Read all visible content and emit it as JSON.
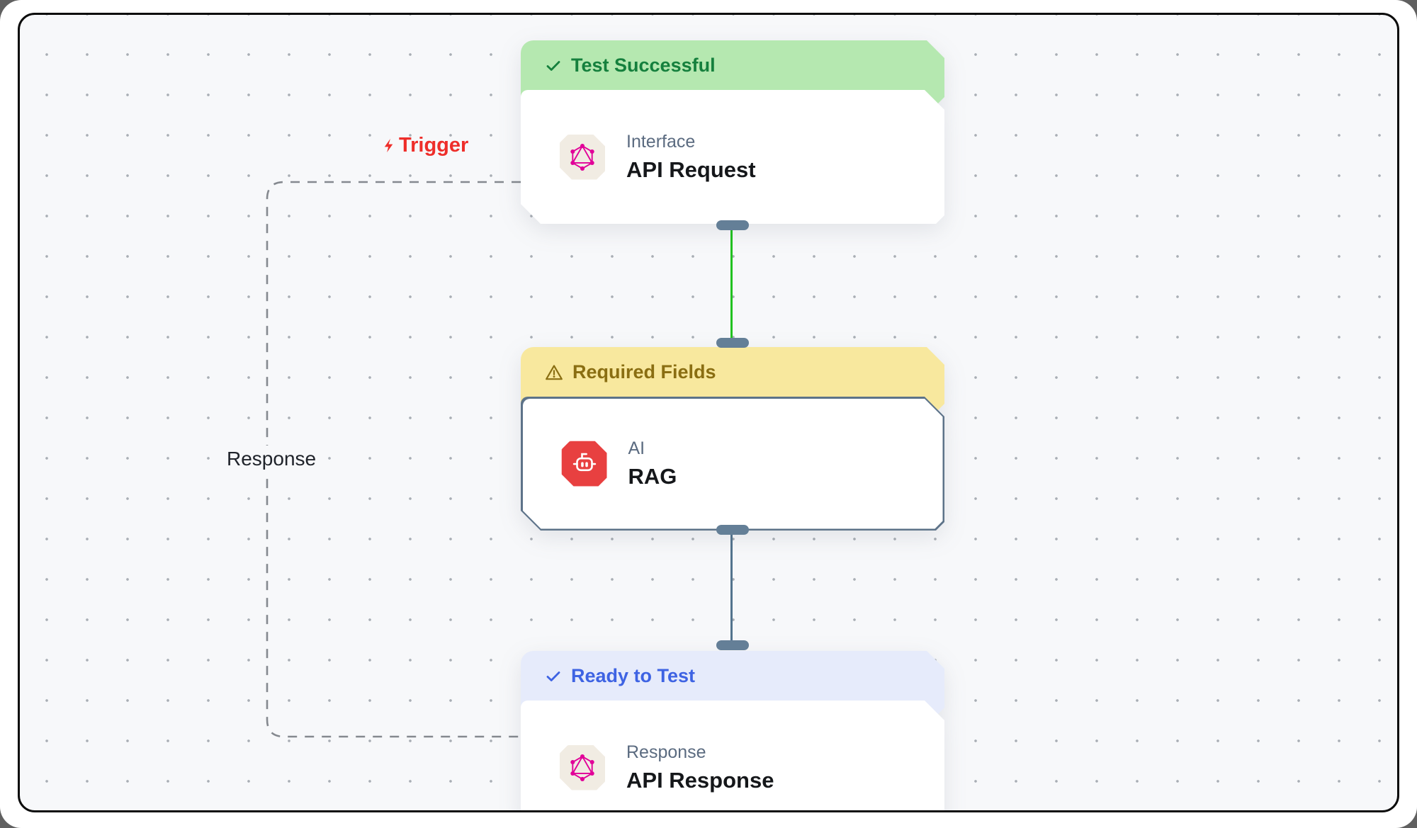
{
  "diagram": {
    "trigger_label": "Trigger",
    "response_label": "Response",
    "nodes": [
      {
        "id": "api-request",
        "status_label": "Test Successful",
        "status_icon": "check-icon",
        "status_color": "#15803d",
        "header_bg": "#b5e8b0",
        "category": "Interface",
        "title": "API Request",
        "icon": "graphql-icon"
      },
      {
        "id": "rag",
        "status_label": "Required Fields",
        "status_icon": "warning-icon",
        "status_color": "#8a6e12",
        "header_bg": "#f8e89e",
        "category": "AI",
        "title": "RAG",
        "icon": "robot-icon",
        "icon_color": "#e84040",
        "selected": true
      },
      {
        "id": "api-response",
        "status_label": "Ready to Test",
        "status_icon": "check-icon",
        "status_color": "#3e63e3",
        "header_bg": "#e6ebfb",
        "category": "Response",
        "title": "API Response",
        "icon": "graphql-icon"
      }
    ],
    "edges": [
      {
        "from": "api-request",
        "to": "rag",
        "style": "solid",
        "color": "#21c220",
        "state": "success"
      },
      {
        "from": "rag",
        "to": "api-response",
        "style": "solid",
        "color": "#53748e",
        "state": "default"
      },
      {
        "from": "api-response",
        "to": "api-request",
        "style": "dashed",
        "color": "#85898f",
        "label": "Response"
      }
    ],
    "colors": {
      "canvas_bg": "#f7f8fa",
      "grid_dot": "#a9aeb5",
      "trigger_red": "#ee2e2a",
      "graphql_pink": "#e10098",
      "node_border": "#5d7389",
      "handle": "#647f97"
    }
  }
}
